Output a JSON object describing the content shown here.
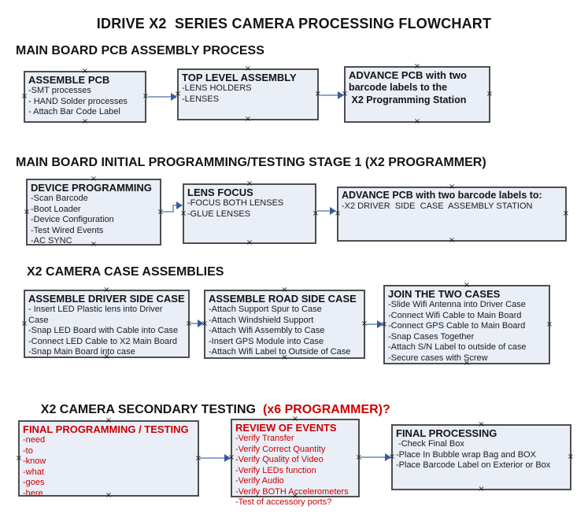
{
  "title": "IDRIVE X2  SERIES CAMERA PROCESSING FLOWCHART",
  "handle_glyph": "×",
  "colors": {
    "box_fill": "#e9eef7",
    "box_border": "#4e4e4e",
    "red_text": "#cc0000",
    "arrow_line": "#8ea6cc",
    "arrow_head": "#3a5aa0"
  },
  "sections": [
    {
      "heading": "MAIN BOARD PCB ASSEMBLY PROCESS",
      "boxes": [
        {
          "title": "ASSEMBLE PCB",
          "items": [
            "-SMT processes",
            "- HAND Solder processes",
            "- Attach Bar Code Label"
          ]
        },
        {
          "title": "TOP LEVEL ASSEMBLY",
          "items": [
            "-LENS HOLDERS",
            "-LENSES"
          ]
        },
        {
          "title": "ADVANCE PCB with two",
          "items": [
            "barcode labels to the",
            " X2 Programming Station"
          ]
        }
      ]
    },
    {
      "heading": "MAIN BOARD INITIAL PROGRAMMING/TESTING STAGE 1 (X2 PROGRAMMER)",
      "boxes": [
        {
          "title": "DEVICE PROGRAMMING",
          "items": [
            "-Scan Barcode",
            "-Boot Loader",
            "-Device Configuration",
            "-Test Wired Events",
            "-AC SYNC"
          ]
        },
        {
          "title": "LENS FOCUS",
          "items": [
            "-FOCUS BOTH LENSES",
            "-GLUE LENSES"
          ]
        },
        {
          "title": "ADVANCE PCB with two barcode labels to:",
          "items": [
            "-X2 DRIVER  SIDE  CASE  ASSEMBLY STATION"
          ]
        }
      ]
    },
    {
      "heading": "X2 CAMERA CASE ASSEMBLIES",
      "boxes": [
        {
          "title": "ASSEMBLE DRIVER SIDE CASE",
          "items": [
            "- Insert LED Plastic lens into Driver Case",
            "-Snap LED Board with Cable into Case",
            "-Connect LED Cable to X2 Main Board",
            "-Snap Main Board into case"
          ]
        },
        {
          "title": "ASSEMBLE ROAD SIDE CASE",
          "items": [
            "-Attach Support Spur to Case",
            "-Attach Windshield Support",
            "-Attach Wifi Assembly to Case",
            "-Insert GPS Module into Case",
            "-Attach Wifi Label to Outside of Case"
          ]
        },
        {
          "title": "JOIN THE TWO CASES",
          "items": [
            "-Slide Wifi Antenna into Driver Case",
            "-Connect Wifi Cable to Main Board",
            "-Connect GPS Cable to Main Board",
            "-Snap Cases Together",
            "-Attach S/N Label to outside of case",
            "-Secure cases with Screw"
          ]
        }
      ]
    },
    {
      "heading": "X2 CAMERA SECONDARY TESTING",
      "heading_red": "(x6 PROGRAMMER)?",
      "boxes": [
        {
          "title": "FINAL PROGRAMMING / TESTING",
          "items": [
            "-need",
            "-to",
            "-know",
            "-what",
            "-goes",
            "-here"
          ]
        },
        {
          "title": "REVIEW OF EVENTS",
          "items": [
            "-Verify Transfer",
            "-Verify Correct Quantity",
            "-Verify Quality of Video",
            "-Verify LEDs function",
            "-Verify Audio",
            "-Verify BOTH Accelerometers",
            "-Test of accessory ports?"
          ]
        },
        {
          "title": "FINAL PROCESSING",
          "items": [
            " -Check Final Box",
            "-Place In Bubble wrap Bag and BOX",
            "-Place Barcode Label on Exterior or Box"
          ]
        }
      ]
    }
  ]
}
